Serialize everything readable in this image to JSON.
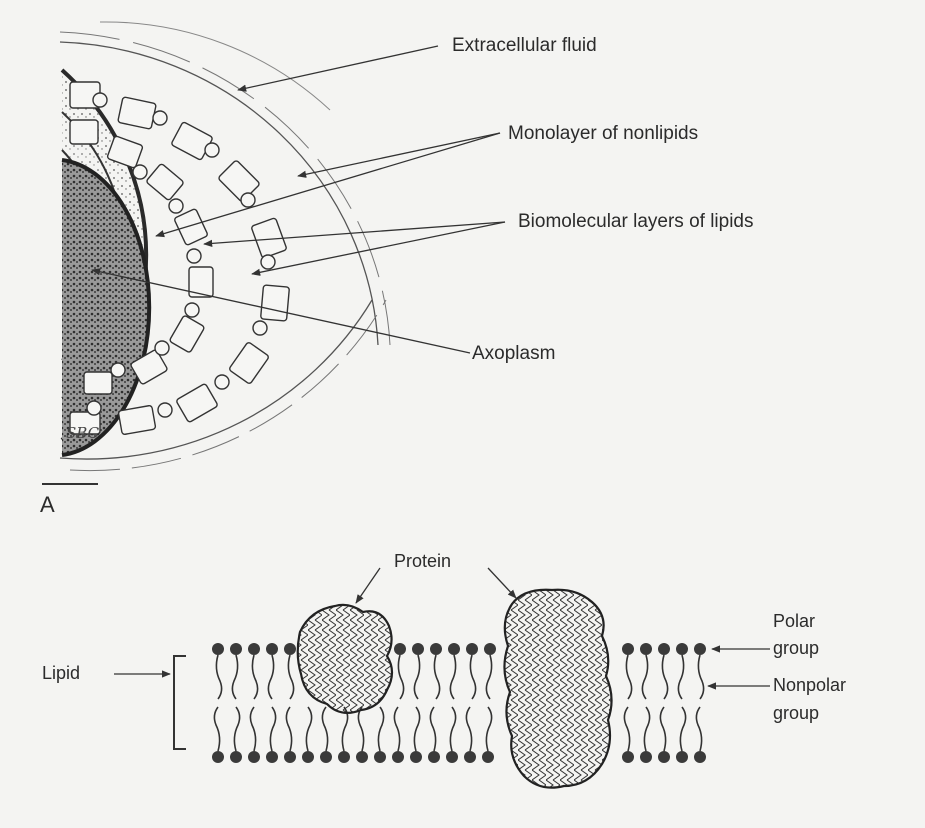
{
  "figure_a": {
    "labels": {
      "extracellular_fluid": "Extracellular fluid",
      "monolayer_nonlipids": "Monolayer of nonlipids",
      "biomolecular_lipids": "Biomolecular layers of lipids",
      "axoplasm": "Axoplasm"
    },
    "panel_letter": "A",
    "signature": "SBC"
  },
  "figure_b": {
    "labels": {
      "protein": "Protein",
      "lipid": "Lipid",
      "polar_group_line1": "Polar",
      "polar_group_line2": "group",
      "nonpolar_group_line1": "Nonpolar",
      "nonpolar_group_line2": "group"
    }
  },
  "colors": {
    "background": "#f4f4f2",
    "ink": "#2a2a2a"
  }
}
